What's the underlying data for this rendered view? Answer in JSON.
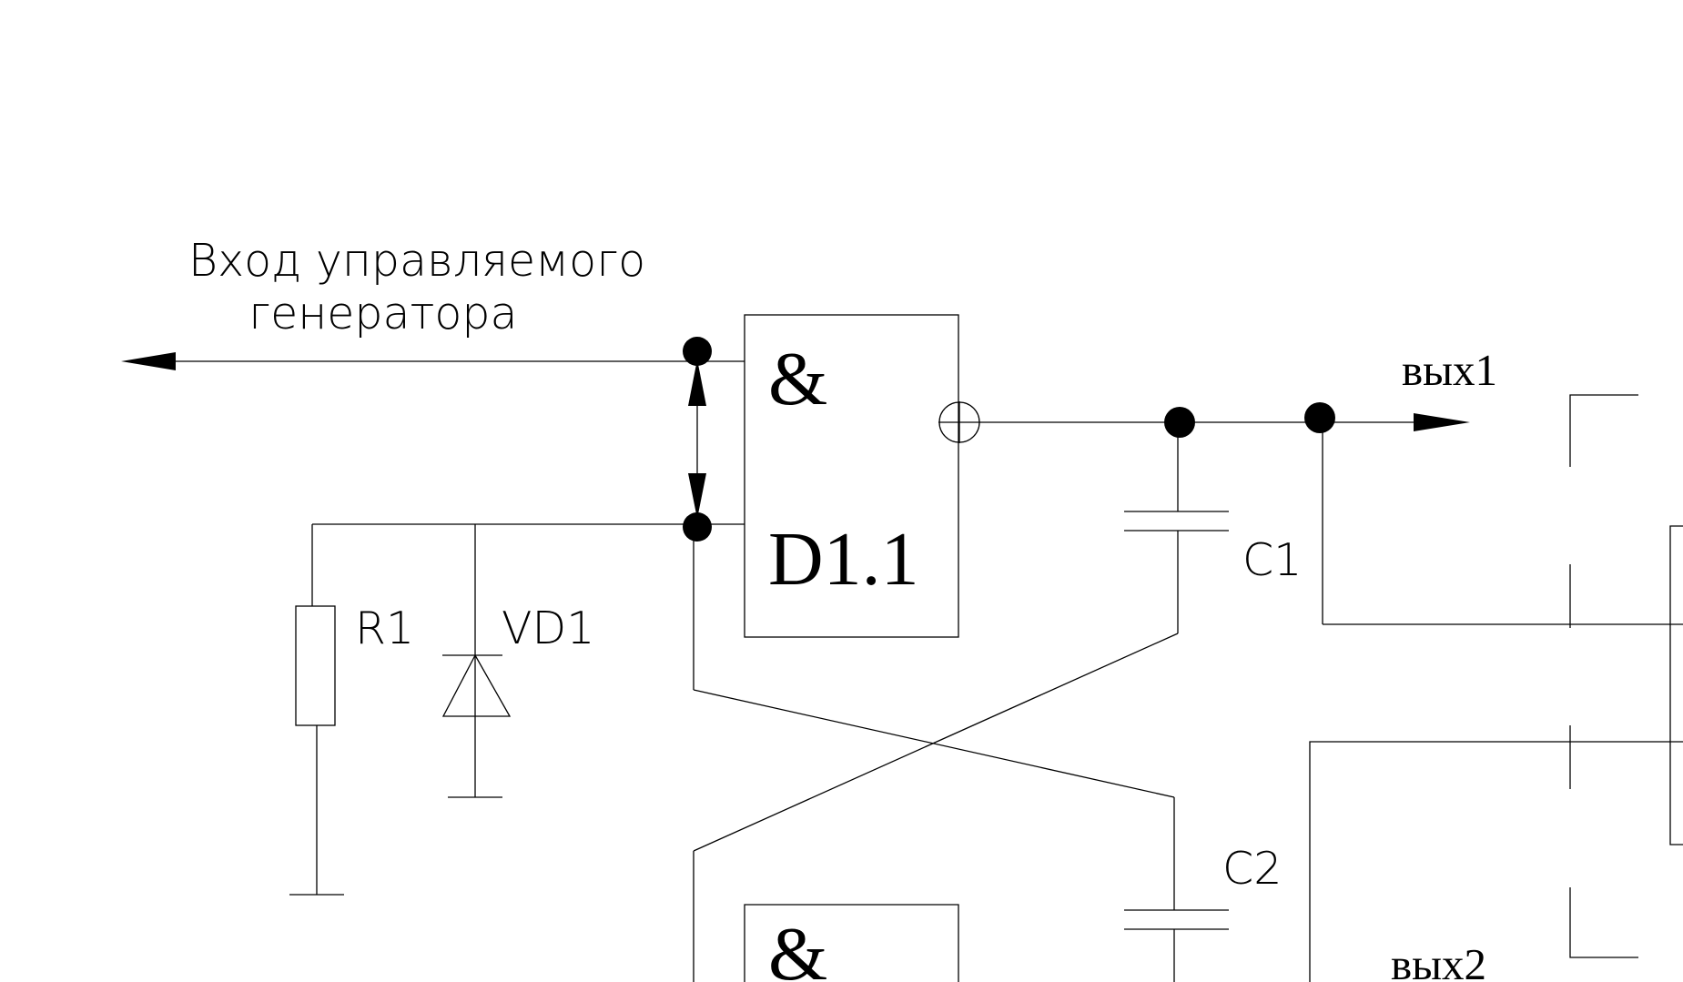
{
  "labels": {
    "input_line1": "Вход управляемого",
    "input_line2": "генератора",
    "out1": "вых1",
    "out2": "вых2",
    "gate1_symbol": "&",
    "gate1_name": "D1.1",
    "gate2_symbol": "&",
    "r1": "R1",
    "vd1": "VD1",
    "c1": "C1",
    "c2": "C2"
  }
}
